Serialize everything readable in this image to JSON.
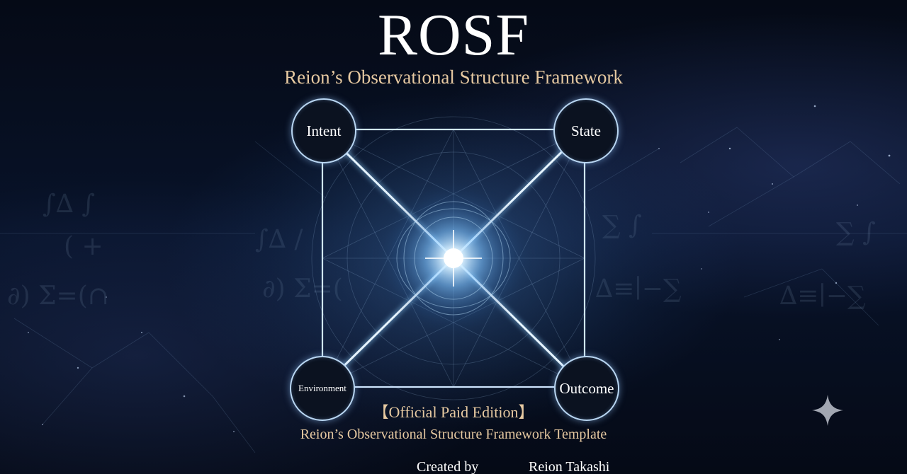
{
  "title": "ROSF",
  "subtitle": "Reion’s Observational Structure Framework",
  "nodes": {
    "intent": "Intent",
    "state": "State",
    "environment": "Environment",
    "outcome": "Outcome"
  },
  "edition": "【Official Paid Edition】",
  "template_line": "Reion’s Observational Structure Framework Template",
  "credit": {
    "label": "Created by",
    "name": "Reion Takashi"
  },
  "colors": {
    "background": "#050b18",
    "accent_gold": "#e6c9a1",
    "glow_blue": "#9fd0ff"
  },
  "icons": {
    "corner_mark": "sparkle-icon"
  }
}
